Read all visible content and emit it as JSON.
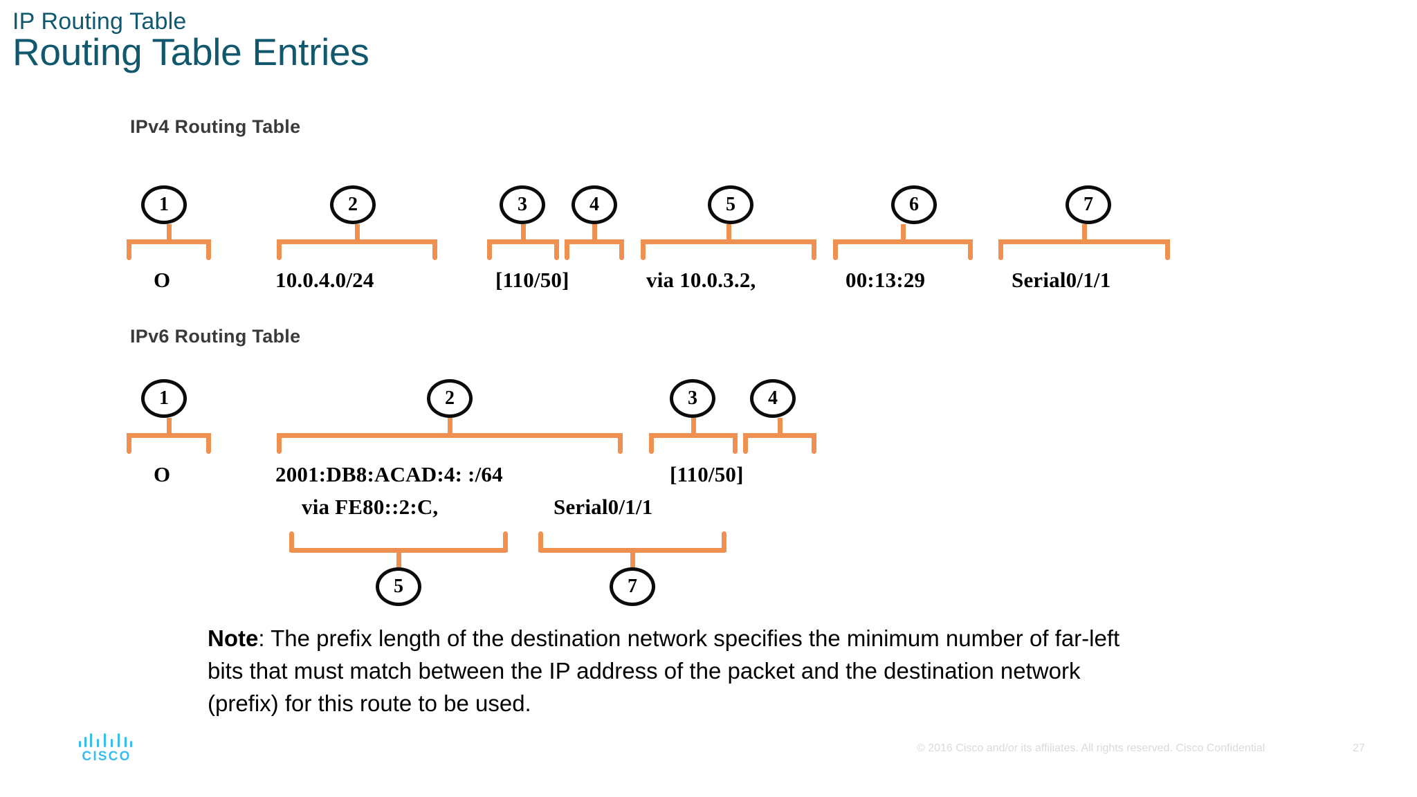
{
  "header": {
    "eyebrow": "IP Routing Table",
    "title": "Routing Table Entries"
  },
  "sections": {
    "ipv4": {
      "heading": "IPv4 Routing Table",
      "markers": [
        {
          "number": "1",
          "label": "O"
        },
        {
          "number": "2",
          "label": "10.0.4.0/24"
        },
        {
          "number": "3",
          "label": "[110/50]"
        },
        {
          "number": "4",
          "label": ""
        },
        {
          "number": "5",
          "label": "via 10.0.3.2,"
        },
        {
          "number": "6",
          "label": "00:13:29"
        },
        {
          "number": "7",
          "label": "Serial0/1/1"
        }
      ]
    },
    "ipv6": {
      "heading": "IPv6 Routing Table",
      "markers": [
        {
          "number": "1",
          "label": "O"
        },
        {
          "number": "2",
          "label": "2001:DB8:ACAD:4: :/64"
        },
        {
          "number": "3",
          "label": "[110/50]"
        },
        {
          "number": "4",
          "label": ""
        },
        {
          "number": "5",
          "label": "via FE80::2:C,"
        },
        {
          "number": "7",
          "label": "Serial0/1/1"
        }
      ]
    }
  },
  "note": {
    "lead": "Note",
    "body": ": The prefix length of the destination network specifies the minimum number of far-left bits that must match between the IP address of the packet and the destination network (prefix) for this route to be used."
  },
  "footer": {
    "copyright": "© 2016  Cisco and/or its affiliates. All rights reserved.   Cisco Confidential",
    "page_number": "27",
    "logo_word": "CISCO"
  },
  "colors": {
    "title_teal": "#11576E",
    "bracket_orange": "#EE9050",
    "cisco_blue": "#35BEEF",
    "heading_gray": "#3A3A3A"
  }
}
